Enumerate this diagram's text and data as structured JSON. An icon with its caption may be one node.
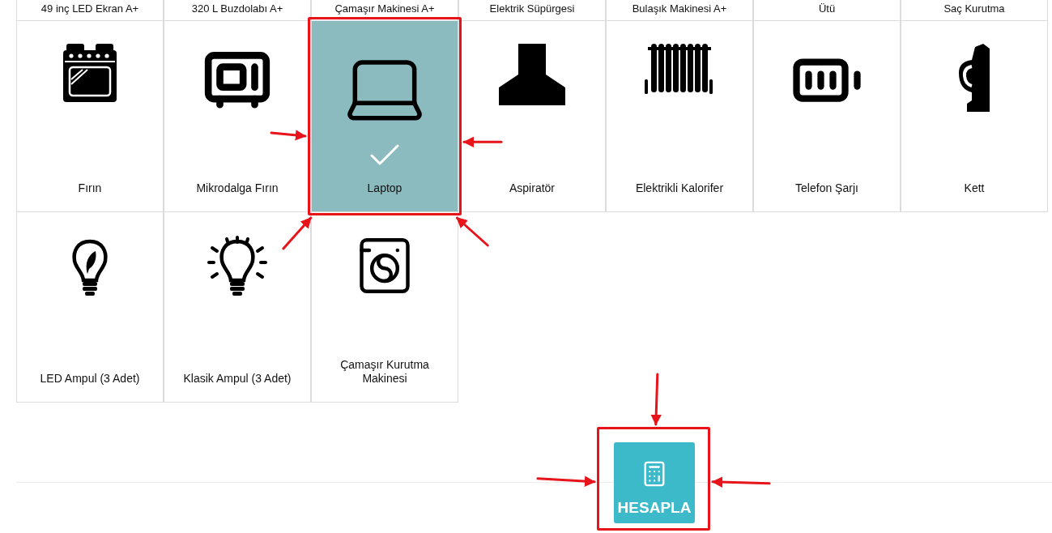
{
  "diagram": {
    "nodes": [
      {
        "text": [
          "49 inç LED Ekran A+"
        ]
      },
      {
        "text": [
          "320 L Buzdolabı A+"
        ]
      },
      {
        "text": [
          "Çamaşır Makinesi A+"
        ]
      },
      {
        "text": [
          "Elektrik Süpürgesi"
        ]
      },
      {
        "text": [
          "Bulaşık Makinesi A+"
        ]
      },
      {
        "text": [
          "Ütü"
        ]
      },
      {
        "text": [
          "Saç Kurutma"
        ]
      },
      {
        "text": [
          "Fırın"
        ]
      },
      {
        "text": [
          "Mikrodalga Fırın"
        ]
      },
      {
        "text": [
          "Laptop"
        ]
      },
      {
        "text": [
          "Aspiratör"
        ]
      },
      {
        "text": [
          "Elektrikli Kalorifer"
        ]
      },
      {
        "text": [
          "Telefon Şarjı"
        ]
      },
      {
        "text": [
          "Kett"
        ]
      },
      {
        "text": [
          "LED Ampul (3 Adet)"
        ]
      },
      {
        "text": [
          "Klasik Ampul (3 Adet)"
        ]
      },
      {
        "text": [
          "Çamaşır Kurutma Makinesi"
        ]
      },
      {
        "text": [
          "HESAPLA"
        ]
      }
    ],
    "edges": [
      {
        "from": 8,
        "to": 9,
        "arrow": "to",
        "color": "#e8141c"
      },
      {
        "from": 10,
        "to": 9,
        "arrow": "to",
        "color": "#e8141c"
      },
      {
        "from": 15,
        "to": 9,
        "arrow": "to",
        "color": "#e8141c"
      },
      {
        "from": null,
        "to": 9,
        "arrow": "to",
        "color": "#e8141c"
      },
      {
        "from": null,
        "to": 17,
        "arrow": "to",
        "color": "#e8141c"
      },
      {
        "from": null,
        "to": 17,
        "arrow": "to",
        "color": "#e8141c"
      },
      {
        "from": null,
        "to": 17,
        "arrow": "to",
        "color": "#e8141c"
      }
    ]
  }
}
